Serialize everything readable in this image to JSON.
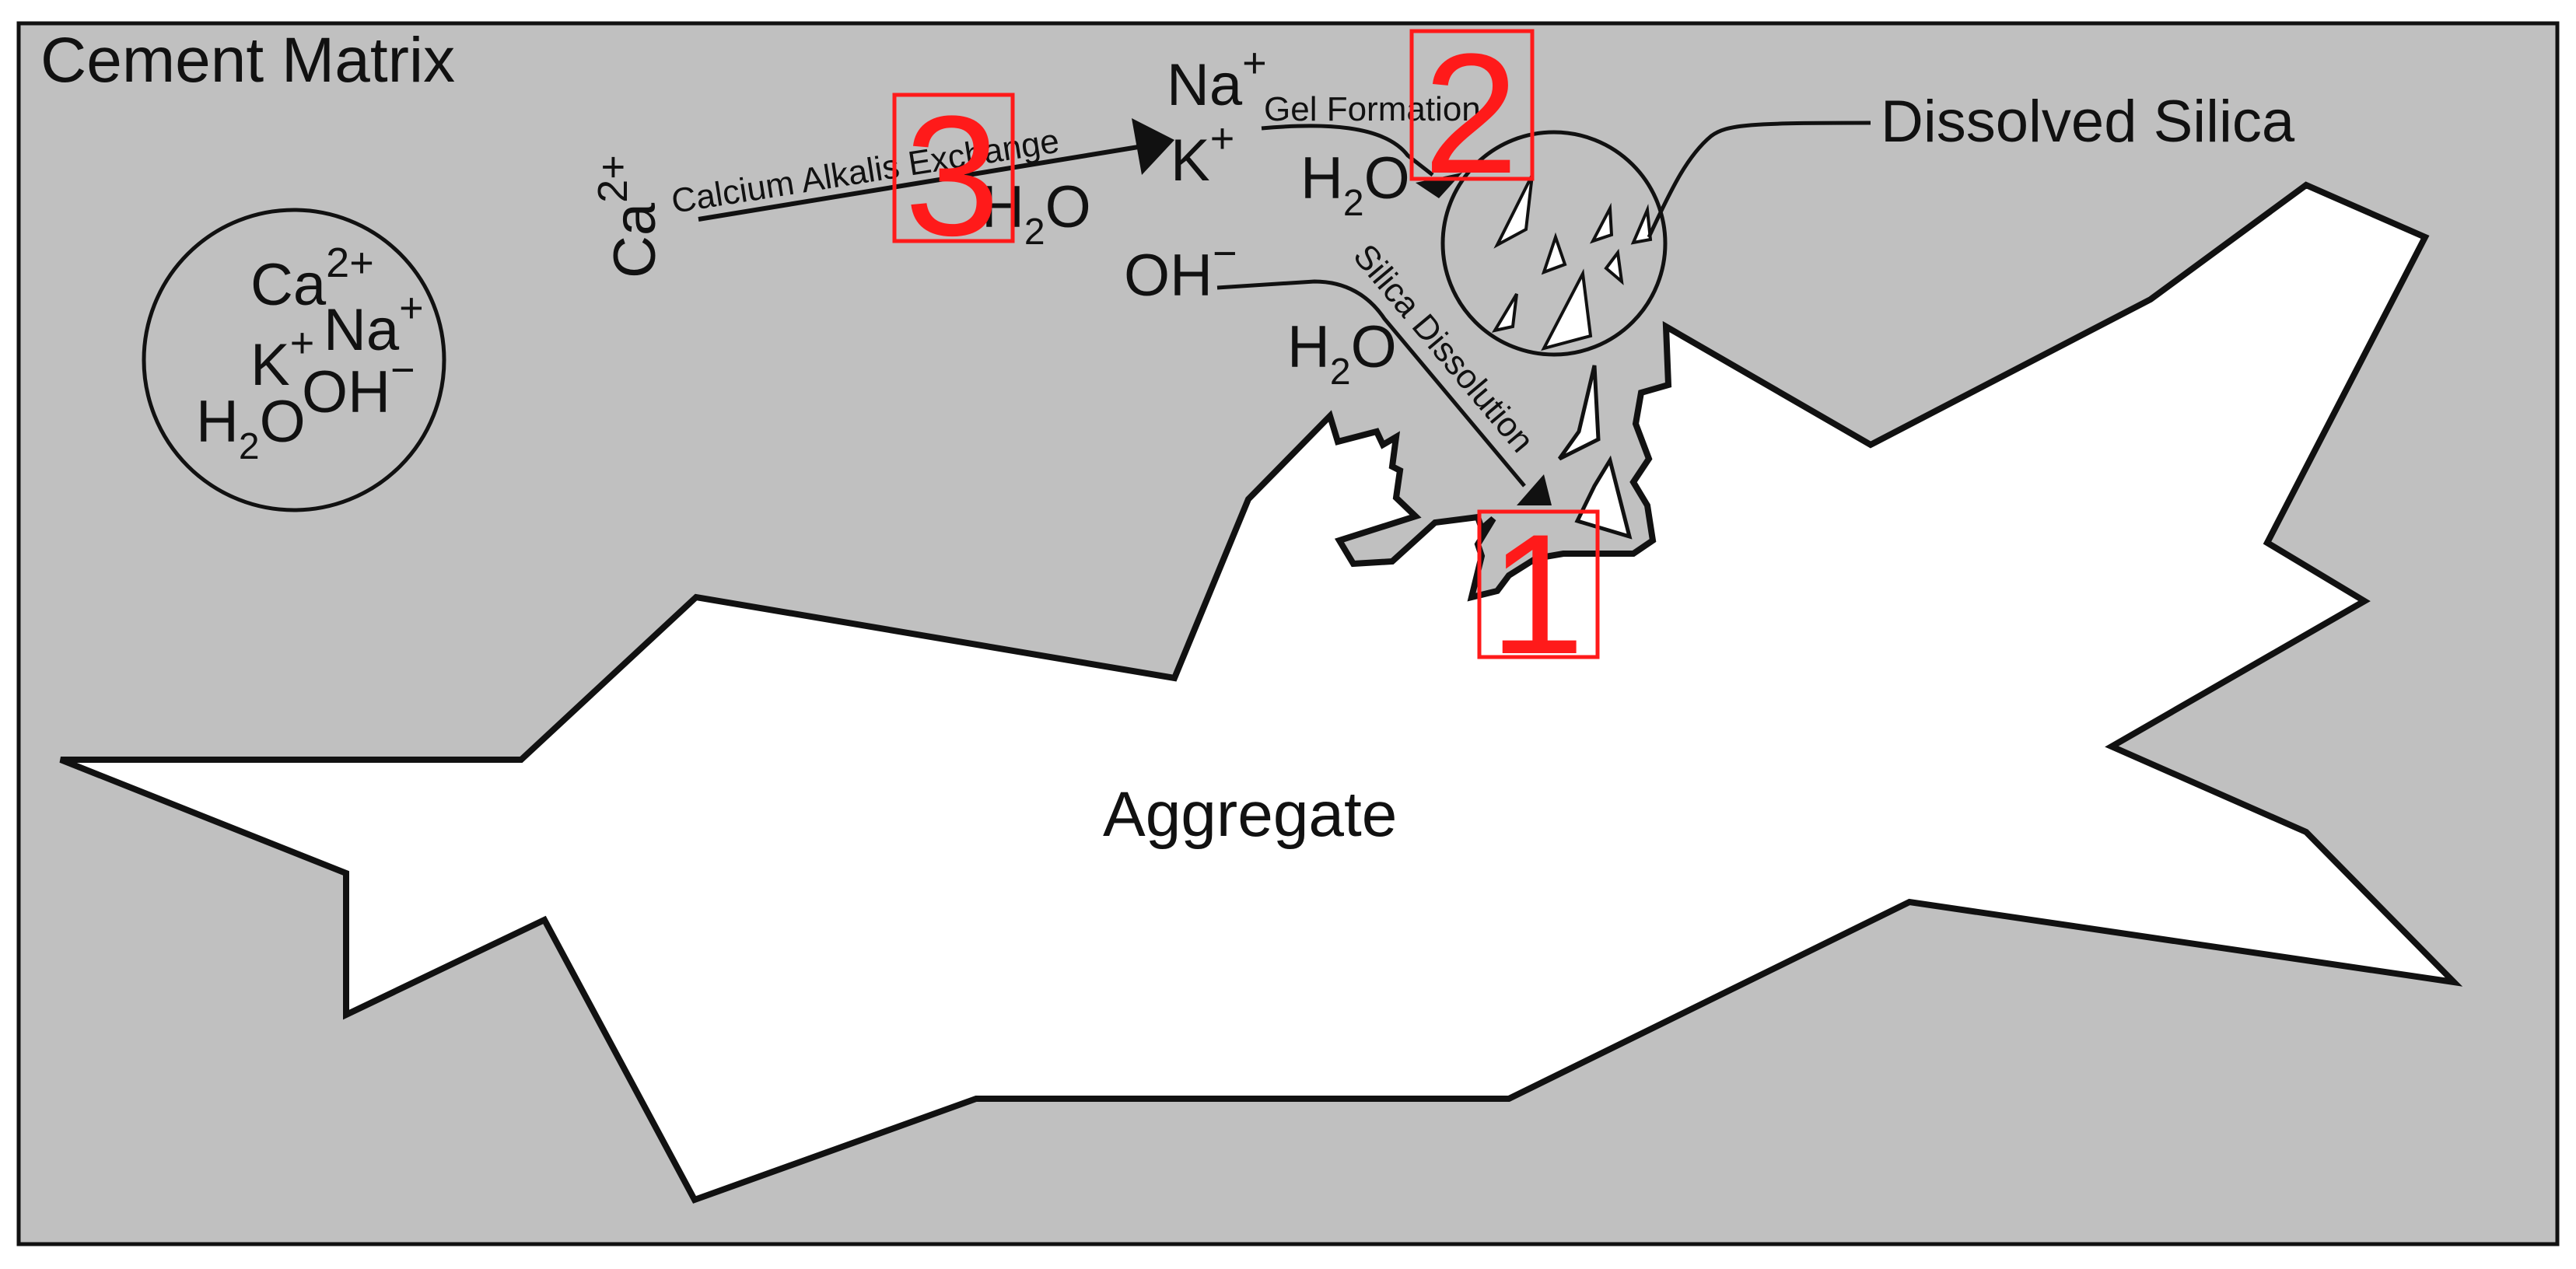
{
  "colors": {
    "matrix": "#c0c0c0",
    "aggregate": "#ffffff",
    "outline": "#111111",
    "marker": "#ff1a1a"
  },
  "labels": {
    "cement_matrix": "Cement Matrix",
    "aggregate": "Aggregate",
    "dissolved_silica": "Dissolved Silica"
  },
  "pore_ions": {
    "ca": "Ca",
    "ca_charge": "2+",
    "na": "Na",
    "na_charge": "+",
    "k": "K",
    "k_charge": "+",
    "oh": "OH",
    "oh_charge": "−",
    "h": "H",
    "h2o_sub": "2",
    "o": "O"
  },
  "free_species": {
    "ca": "Ca",
    "ca_charge": "2+",
    "na": "Na",
    "na_charge": "+",
    "k": "K",
    "k_charge": "+",
    "oh": "OH",
    "oh_charge": "−",
    "h": "H",
    "h2o_sub": "2",
    "o": "O"
  },
  "processes": {
    "calcium_alkalis_exchange": "Calcium Alkalis Exchange",
    "gel_formation": "Gel Formation",
    "silica_dissolution": "Silica Dissolution"
  },
  "markers": [
    "1",
    "2",
    "3"
  ]
}
